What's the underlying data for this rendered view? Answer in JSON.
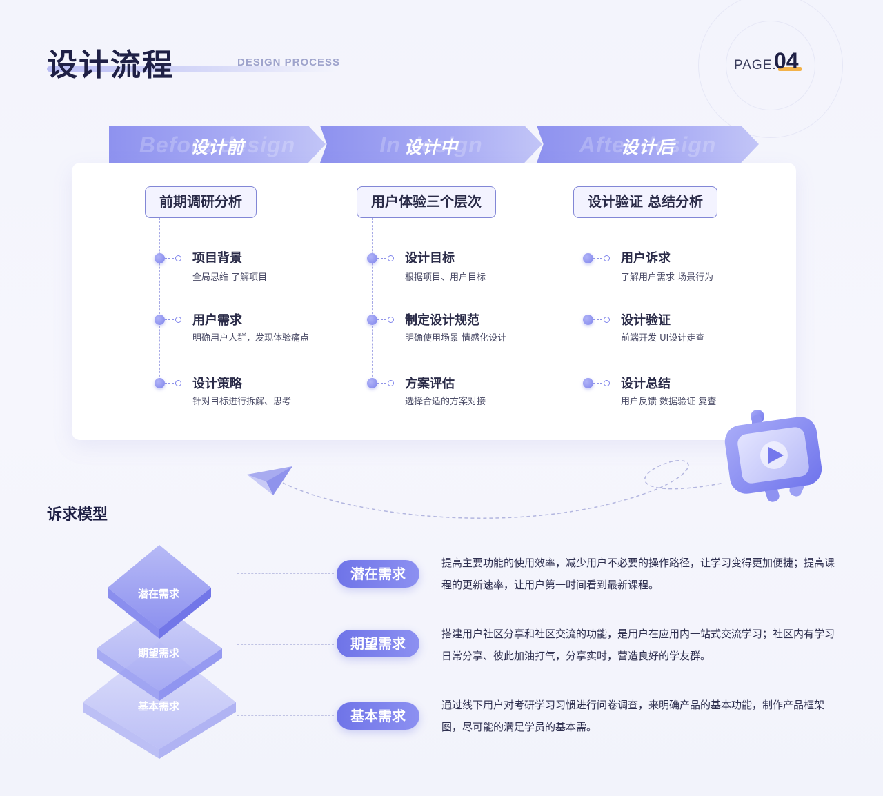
{
  "header": {
    "title": "设计流程",
    "subtitle": "DESIGN PROCESS",
    "page_label": "PAGE.",
    "page_number": "04"
  },
  "phases": [
    {
      "label": "设计前",
      "ghost": "Before design"
    },
    {
      "label": "设计中",
      "ghost": "In design"
    },
    {
      "label": "设计后",
      "ghost": "After design"
    }
  ],
  "columns": [
    {
      "heading": "前期调研分析",
      "steps": [
        {
          "title": "项目背景",
          "desc": "全局思维 了解项目"
        },
        {
          "title": "用户需求",
          "desc": "明确用户人群，发现体验痛点"
        },
        {
          "title": "设计策略",
          "desc": "针对目标进行拆解、思考"
        }
      ]
    },
    {
      "heading": "用户体验三个层次",
      "steps": [
        {
          "title": "设计目标",
          "desc": "根据项目、用户目标"
        },
        {
          "title": "制定设计规范",
          "desc": "明确使用场景 情感化设计"
        },
        {
          "title": "方案评估",
          "desc": "选择合适的方案对接"
        }
      ]
    },
    {
      "heading": "设计验证 总结分析",
      "steps": [
        {
          "title": "用户诉求",
          "desc": "了解用户需求 场景行为"
        },
        {
          "title": "设计验证",
          "desc": "前端开发 UI设计走查"
        },
        {
          "title": "设计总结",
          "desc": "用户反馈 数据验证 复查"
        }
      ]
    }
  ],
  "model": {
    "title": "诉求模型",
    "layers": [
      {
        "label": "潜在需求",
        "pill": "潜在需求",
        "desc": "提高主要功能的使用效率，减少用户不必要的操作路径，让学习变得更加便捷；提高课程的更新速率，让用户第一时间看到最新课程。"
      },
      {
        "label": "期望需求",
        "pill": "期望需求",
        "desc": "搭建用户社区分享和社区交流的功能，是用户在应用内一站式交流学习；社区内有学习日常分享、彼此加油打气，分享实时，营造良好的学友群。"
      },
      {
        "label": "基本需求",
        "pill": "基本需求",
        "desc": "通过线下用户对考研学习习惯进行问卷调查，来明确产品的基本功能，制作产品框架图，尽可能的满足学员的基本需。"
      }
    ]
  },
  "colors": {
    "accent": "#7f84ec",
    "title": "#1f2045",
    "highlight": "#f3b24a"
  },
  "icons": [
    "video-play-icon",
    "paper-plane-icon"
  ]
}
